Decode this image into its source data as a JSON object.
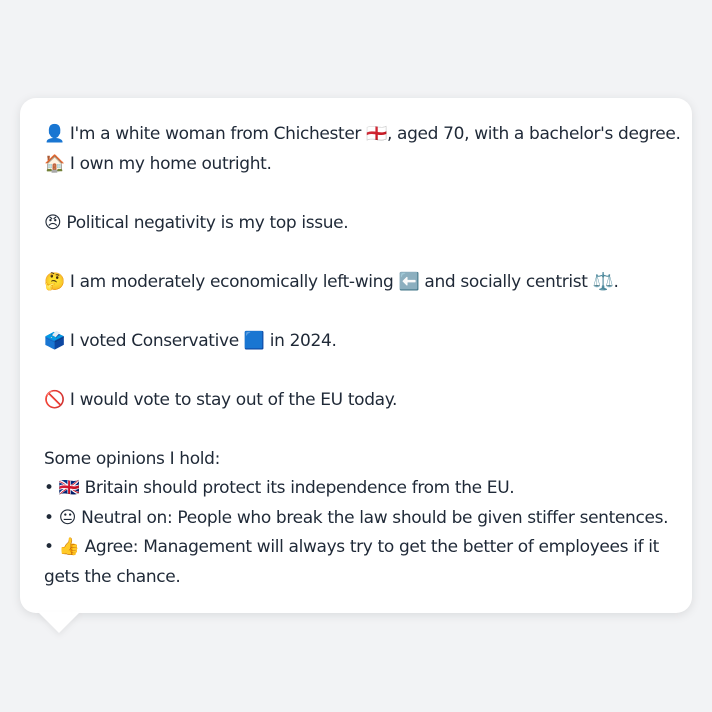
{
  "profile": {
    "line1": "👤 I'm a white woman from Chichester 🏴󠁧󠁢󠁥󠁮󠁧󠁿, aged 70, with a bachelor's degree.",
    "line2": "🏠 I own my home outright.",
    "line3": "😠 Political negativity is my top issue.",
    "line4": "🤔 I am moderately economically left-wing ⬅️ and socially centrist ⚖️.",
    "line5": "🗳️ I voted Conservative 🟦 in 2024.",
    "line6": "🚫 I would vote to stay out of the EU today.",
    "opinions_heading": "Some opinions I hold:",
    "opinions": [
      "• 🇬🇧 Britain should protect its independence from the EU.",
      "• 😐 Neutral on: People who break the law should be given stiffer sentences.",
      "• 👍 Agree: Management will always try to get the better of employees if it gets the chance."
    ]
  }
}
